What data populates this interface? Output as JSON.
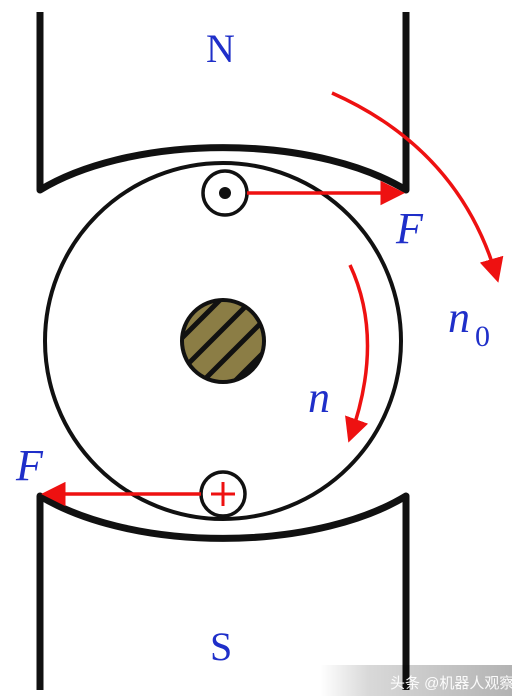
{
  "labels": {
    "north_pole": "N",
    "south_pole": "S",
    "force_top": "F",
    "force_bottom": "F",
    "speed_field": "n",
    "speed_field_subscript": "0",
    "speed_rotor": "n"
  },
  "watermark": "头条 @机器人观察",
  "colors": {
    "line": "#111111",
    "arrow": "#ee1111",
    "label": "#1f2fc9",
    "shaft_fill": "#8b7d45"
  }
}
